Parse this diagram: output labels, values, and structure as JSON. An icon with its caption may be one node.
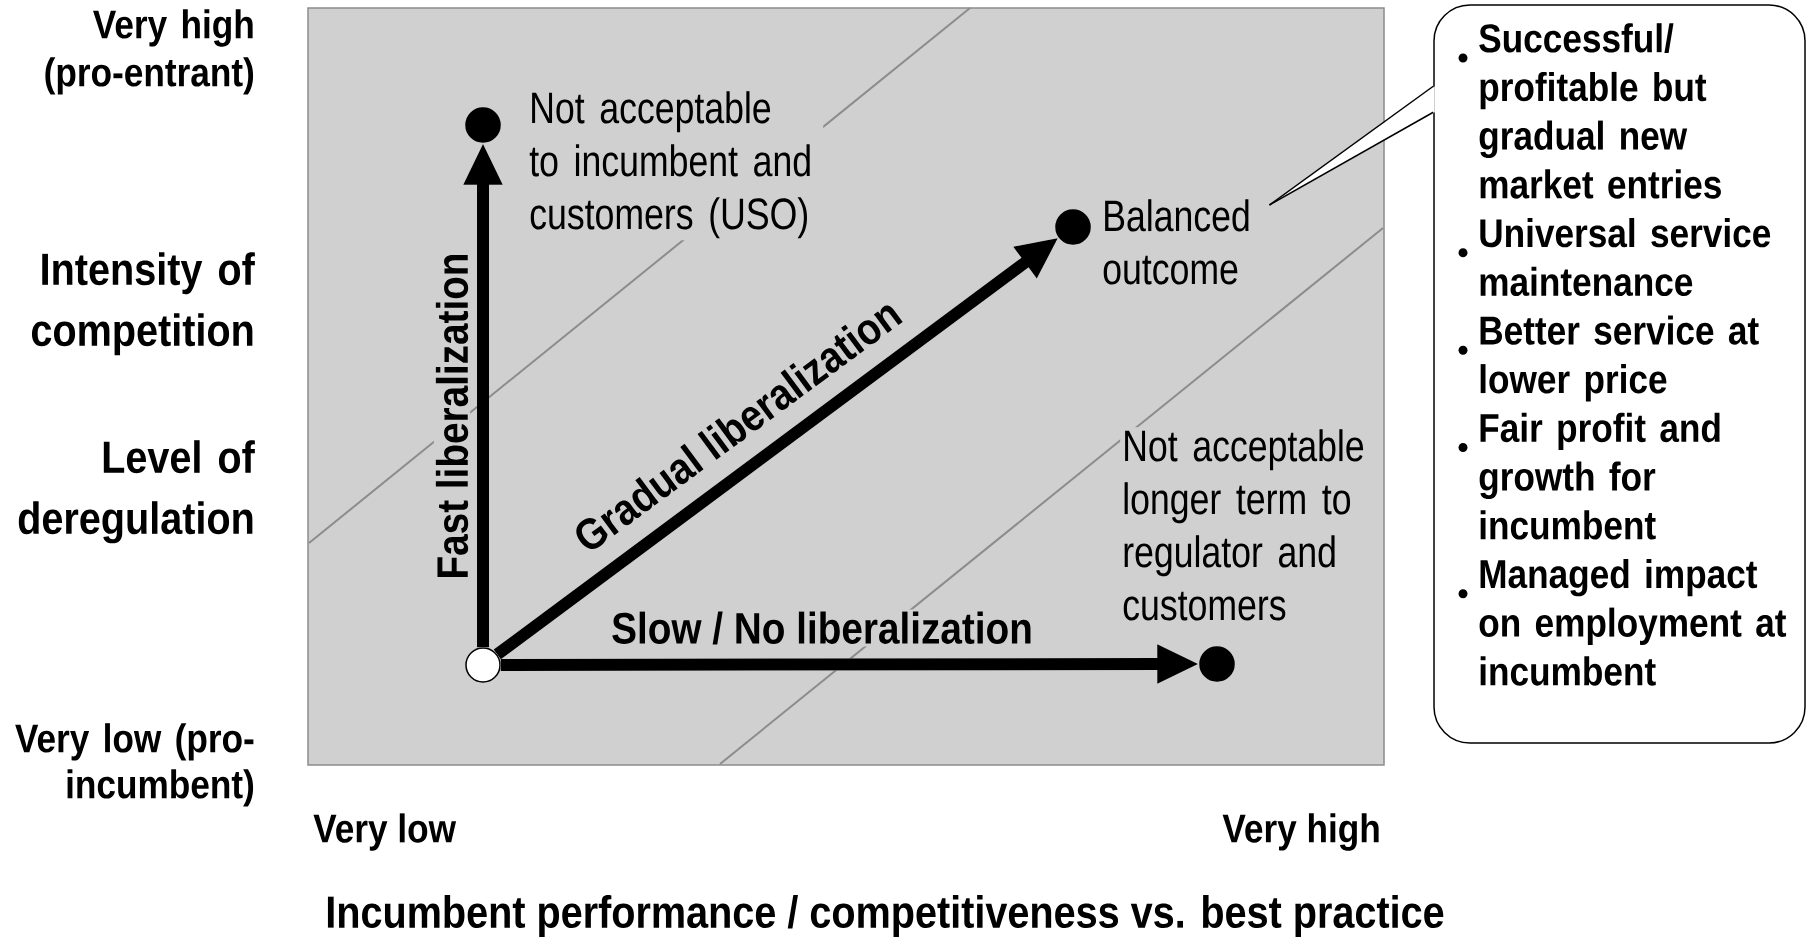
{
  "diagram": {
    "nodes": [
      {
        "text": [],
        "shape": "circle"
      },
      {
        "text": [],
        "shape": "circle",
        "beside": [
          "Not acceptable to incumbent and customers (USO)"
        ]
      },
      {
        "text": [],
        "shape": "circle"
      },
      {
        "text": [
          "Balanced outcome"
        ]
      },
      {
        "text": [],
        "shape": "circle",
        "beside": [
          "Not acceptable longer term to regulator and customers"
        ]
      },
      {
        "text": [
          "Successful/ profitable but gradual new market entries",
          "Universal service maintenance",
          "Better service at lower price",
          "Fair profit and growth for incumbent",
          "Managed impact on employment at incumbent"
        ]
      }
    ],
    "edges": [
      {
        "from": 0,
        "to": 1,
        "arrow": "to",
        "label": "Fast liberalization"
      },
      {
        "from": 0,
        "to": 2,
        "arrow": "to",
        "label": "Gradual liberalization"
      },
      {
        "from": 0,
        "to": 4,
        "arrow": "to",
        "label": "Slow / No liberalization"
      },
      {
        "from": 5,
        "to": 3,
        "arrow": "none",
        "color": "#000000"
      }
    ],
    "labels": [
      "Very high (pro-entrant)",
      "Intensity of competition",
      "Level of deregulation",
      "Very low (pro-incumbent)",
      "Very low",
      "Very high",
      "Incumbent performance / competitiveness vs. best practice"
    ]
  }
}
